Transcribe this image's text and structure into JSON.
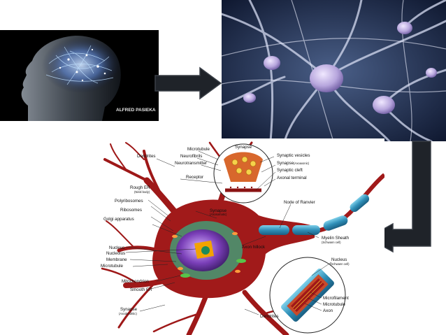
{
  "photo_credit": "ALFRED PASIEKA",
  "diagram": {
    "labels": {
      "dendrites_top": "Dendrites",
      "microtubule_top": "Microtubule",
      "neurofibrils": "Neurofibrils",
      "neurotransmitter": "Neurotransmitter",
      "receptor": "Receptor",
      "synapse_top": "Synapse",
      "synaptic_vesicles": "Synaptic vesicles",
      "synapse_axoaxonic": "Synapse",
      "synapse_axoaxonic_sub": "(Axoaxonic)",
      "synaptic_cleft": "Synaptic cleft",
      "axonal_terminal": "Axonal terminal",
      "node_of_ranvier": "Node of Ranvier",
      "rough_er": "Rough ER",
      "rough_er_sub": "(Nissl body)",
      "polyribosomes": "Polyribosomes",
      "ribosomes": "Ribosomes",
      "golgi_apparatus": "Golgi apparatus",
      "synapse_axosomatic": "Synapse",
      "synapse_axosomatic_sub": "(Axosomatic)",
      "axon_hillock": "Axon hillock",
      "myelin_sheath": "Myelin Sheath",
      "myelin_sheath_sub": "(Schwann cell)",
      "nucleus": "Nucleus",
      "nucleolus": "Nucleolus",
      "membrane": "Membrane",
      "microtubule_left": "Microtubule",
      "mitochondrion": "Mitochondrion",
      "smooth_er": "Smooth ER",
      "synapse_axodendritic": "Synapse",
      "synapse_axodendritic_sub": "(Axodendritic)",
      "dendrites_bottom": "Dendrites",
      "nucleus_schwann": "Nucleus",
      "nucleus_schwann_sub": "(Schwann cell)",
      "microfilament": "Microfilament",
      "microtubule_inset": "Microtubule",
      "axon": "Axon"
    }
  },
  "colors": {
    "arrow_fill": "#1f2329",
    "arrow_stroke": "#3a3f47",
    "neuron_body": "#a11a1a",
    "myelin": "#3aa3c8",
    "nucleus": "#6b3a9c"
  }
}
